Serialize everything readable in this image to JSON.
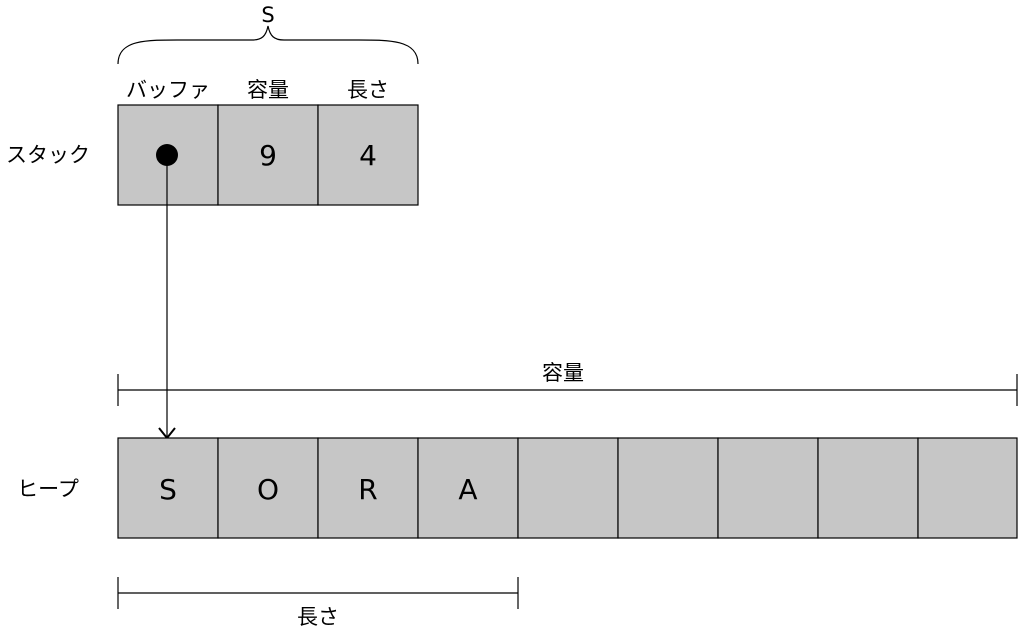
{
  "struct_brace_label": "S",
  "stack": {
    "row_label": "スタック",
    "field_labels": [
      "バッファ",
      "容量",
      "長さ"
    ],
    "capacity_value": "9",
    "length_value": "4"
  },
  "heap": {
    "row_label": "ヒープ",
    "cells": [
      "S",
      "O",
      "R",
      "A",
      "",
      "",
      "",
      "",
      ""
    ]
  },
  "capacity_span_label": "容量",
  "length_span_label": "長さ",
  "colors": {
    "cell_fill": "#c6c6c6",
    "stroke": "#000000"
  }
}
